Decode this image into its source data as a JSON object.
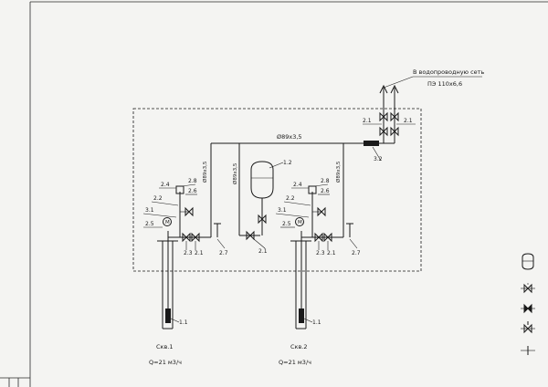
{
  "main_pipe_label": "Ø89x3,5",
  "network": {
    "title": "В водопроводную сеть",
    "pipe": "ПЭ 110х6,6"
  },
  "tank_label": "1.2",
  "check_valve_label": "3.2",
  "network_valve_labels": [
    "2.1",
    "2.1"
  ],
  "wells": [
    {
      "name": "Скв.1",
      "capacity": "Q=21 м3/ч",
      "riser_label": "Ø89x3,5",
      "pump_label": "1.1",
      "labels": {
        "gauge_valve": "2.4",
        "gauge": "2.8",
        "valve_a": "2.2",
        "valve_b": "2.6",
        "sensor": "3.1",
        "motor": "2.5",
        "valve_c": "2.3",
        "valve_d": "2.1",
        "drain": "2.7"
      }
    },
    {
      "name": "Скв.2",
      "capacity": "Q=21 м3/ч",
      "riser_label": "Ø89x3,5",
      "pump_label": "1.1",
      "labels": {
        "gauge_valve": "2.4",
        "gauge": "2.8",
        "valve_a": "2.2",
        "valve_b": "2.6",
        "sensor": "3.1",
        "motor": "2.5",
        "valve_c": "2.3",
        "valve_d": "2.1",
        "drain": "2.7"
      }
    }
  ],
  "tank_riser_label": "Ø89x3,5",
  "tank_valve_label": "2.1",
  "motor_symbol": "M"
}
